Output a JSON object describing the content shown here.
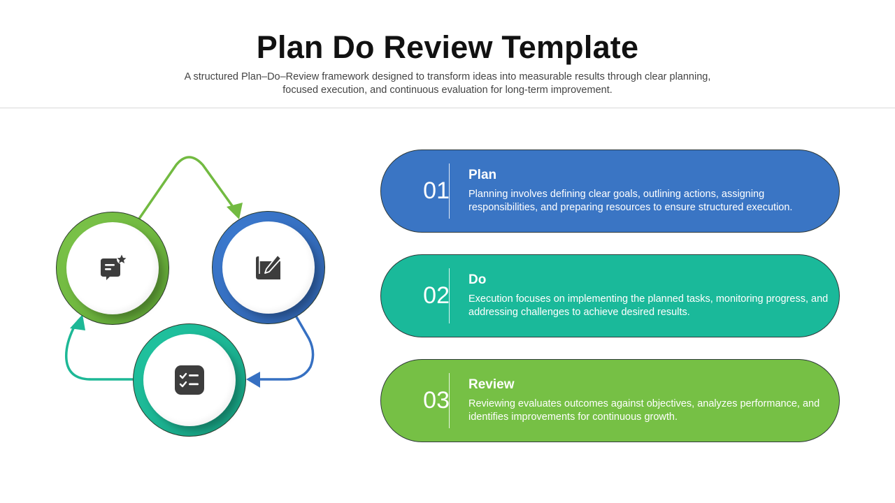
{
  "header": {
    "title": "Plan Do Review Template",
    "subtitle": "A structured Plan–Do–Review framework designed to transform ideas into measurable results through clear planning, focused execution, and continuous evaluation for long-term improvement."
  },
  "cycle": {
    "nodes": [
      {
        "key": "plan",
        "icon": "blueprint-pencil-icon",
        "color": "#3670c2"
      },
      {
        "key": "do",
        "icon": "checklist-icon",
        "color": "#1db896"
      },
      {
        "key": "review",
        "icon": "chat-star-icon",
        "color": "#72ba41"
      }
    ],
    "arrows": [
      {
        "from": "review",
        "to": "plan",
        "color": "#72ba41"
      },
      {
        "from": "plan",
        "to": "do",
        "color": "#3670c2"
      },
      {
        "from": "do",
        "to": "review",
        "color": "#1db896"
      }
    ]
  },
  "steps": [
    {
      "number": "01",
      "title": "Plan",
      "description": "Planning involves defining clear goals, outlining actions, assigning responsibilities, and preparing resources to ensure structured execution.",
      "color": "#3a75c4"
    },
    {
      "number": "02",
      "title": "Do",
      "description": "Execution focuses on implementing the planned tasks, monitoring progress, and addressing challenges to achieve desired results.",
      "color": "#1ab99a"
    },
    {
      "number": "03",
      "title": "Review",
      "description": "Reviewing evaluates outcomes against objectives, analyzes performance, and identifies improvements for continuous growth.",
      "color": "#76c045"
    }
  ]
}
